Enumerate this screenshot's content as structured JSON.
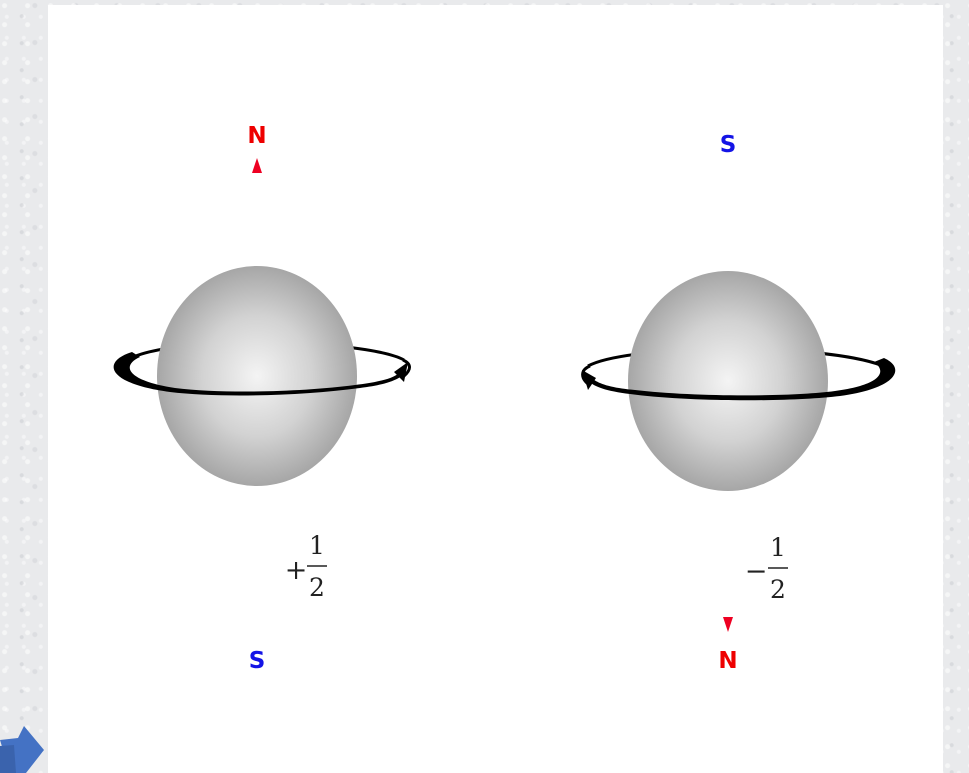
{
  "diagram": {
    "left_spin": {
      "top_pole": "N",
      "bottom_pole": "S",
      "sign": "+",
      "numerator": "1",
      "denominator": "2"
    },
    "right_spin": {
      "top_pole": "S",
      "bottom_pole": "N",
      "sign": "−",
      "numerator": "1",
      "denominator": "2"
    }
  },
  "colors": {
    "north": "#ee0000",
    "south": "#1414e6",
    "sphere": "#c8c8c8",
    "ring": "#000000",
    "nav_arrow": "#4472c4"
  },
  "icons": {
    "nav": "arrow-right-icon"
  }
}
